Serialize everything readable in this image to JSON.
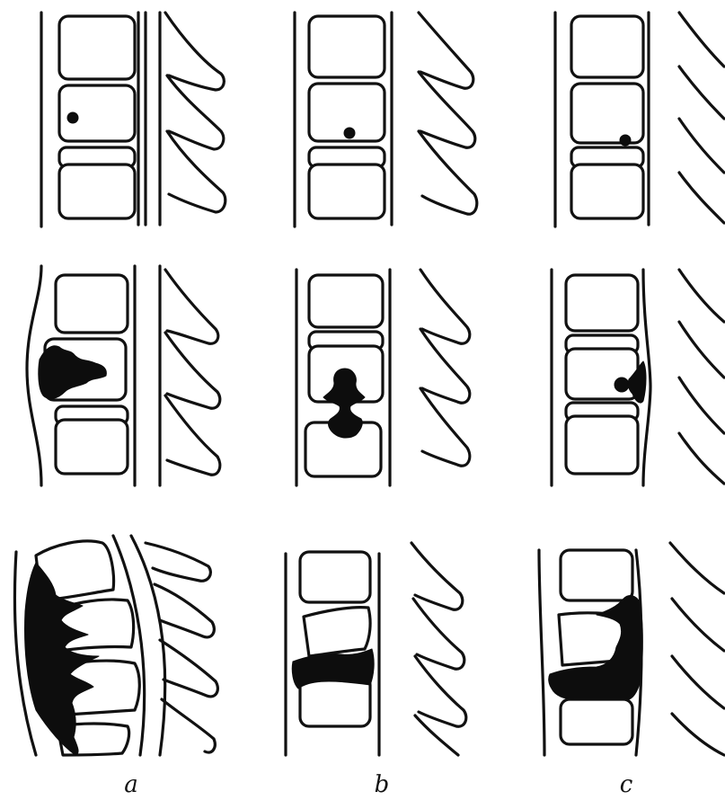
{
  "figure": {
    "columns": [
      {
        "label": "a"
      },
      {
        "label": "b"
      },
      {
        "label": "c"
      }
    ]
  }
}
